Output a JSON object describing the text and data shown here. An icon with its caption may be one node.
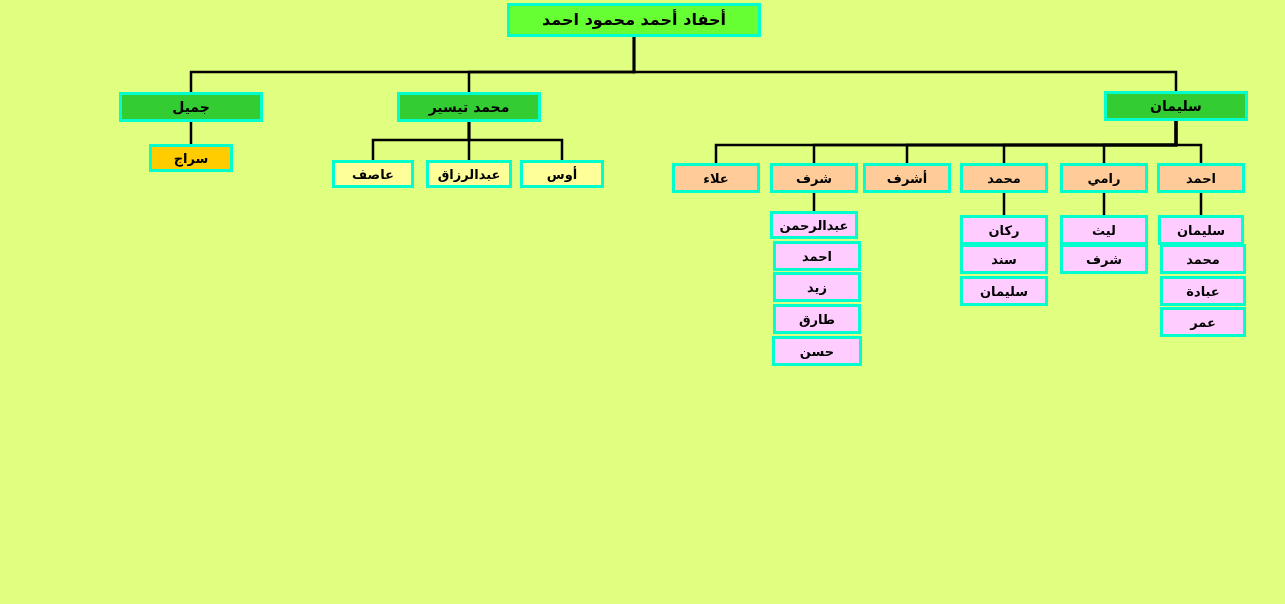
{
  "diagram": {
    "nodes": [
      {
        "text": [
          "أحفاد أحمد محمود احمد"
        ]
      },
      {
        "text": [
          "جميل"
        ]
      },
      {
        "text": [
          "محمد تيسير"
        ]
      },
      {
        "text": [
          "سليمان"
        ]
      },
      {
        "text": [
          "سراج"
        ]
      },
      {
        "text": [
          "عاصف"
        ]
      },
      {
        "text": [
          "عبدالرزاق"
        ]
      },
      {
        "text": [
          "أوس"
        ]
      },
      {
        "text": [
          "علاء"
        ]
      },
      {
        "text": [
          "شرف"
        ]
      },
      {
        "text": [
          "أشرف"
        ]
      },
      {
        "text": [
          "محمد"
        ]
      },
      {
        "text": [
          "رامي"
        ]
      },
      {
        "text": [
          "احمد"
        ]
      },
      {
        "text": [
          "عبدالرحمن"
        ]
      },
      {
        "text": [
          "احمد"
        ]
      },
      {
        "text": [
          "زيد"
        ]
      },
      {
        "text": [
          "طارق"
        ]
      },
      {
        "text": [
          "حسن"
        ]
      },
      {
        "text": [
          "ركان"
        ]
      },
      {
        "text": [
          "سند"
        ]
      },
      {
        "text": [
          "سليمان"
        ]
      },
      {
        "text": [
          "ليث"
        ]
      },
      {
        "text": [
          "شرف"
        ]
      },
      {
        "text": [
          "سليمان"
        ]
      },
      {
        "text": [
          "محمد"
        ]
      },
      {
        "text": [
          "عبادة"
        ]
      },
      {
        "text": [
          "عمر"
        ]
      }
    ],
    "edges": [
      {
        "from": 0,
        "to": 1,
        "arrow": "none"
      },
      {
        "from": 0,
        "to": 2,
        "arrow": "none"
      },
      {
        "from": 0,
        "to": 3,
        "arrow": "none"
      },
      {
        "from": 1,
        "to": 4,
        "arrow": "none"
      },
      {
        "from": 2,
        "to": 5,
        "arrow": "none"
      },
      {
        "from": 2,
        "to": 6,
        "arrow": "none"
      },
      {
        "from": 2,
        "to": 7,
        "arrow": "none"
      },
      {
        "from": 3,
        "to": 8,
        "arrow": "none"
      },
      {
        "from": 3,
        "to": 9,
        "arrow": "none"
      },
      {
        "from": 3,
        "to": 10,
        "arrow": "none"
      },
      {
        "from": 3,
        "to": 11,
        "arrow": "none"
      },
      {
        "from": 3,
        "to": 12,
        "arrow": "none"
      },
      {
        "from": 3,
        "to": 13,
        "arrow": "none"
      },
      {
        "from": 9,
        "to": 14,
        "arrow": "none"
      },
      {
        "from": 11,
        "to": 19,
        "arrow": "none"
      },
      {
        "from": 12,
        "to": 22,
        "arrow": "none"
      },
      {
        "from": 13,
        "to": 24,
        "arrow": "none"
      }
    ]
  }
}
